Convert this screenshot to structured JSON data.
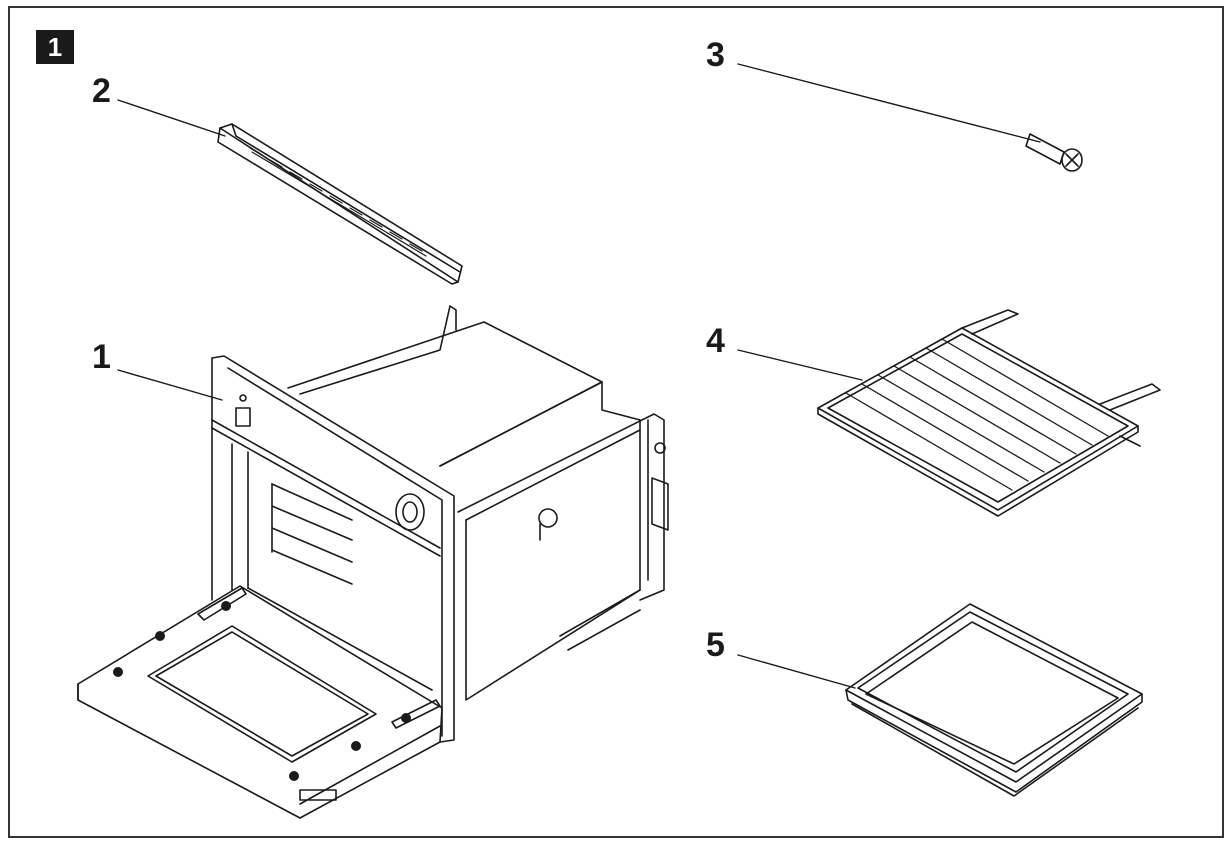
{
  "figure": {
    "number": "1"
  },
  "callouts": [
    {
      "id": "oven-body",
      "label": "1"
    },
    {
      "id": "ventilation-strip",
      "label": "2"
    },
    {
      "id": "mounting-screw",
      "label": "3"
    },
    {
      "id": "wire-grill-rack",
      "label": "4"
    },
    {
      "id": "baking-tray",
      "label": "5"
    }
  ],
  "colors": {
    "ink": "#1a1a1a",
    "frame": "#333333",
    "badge": "#1a1a1a"
  }
}
